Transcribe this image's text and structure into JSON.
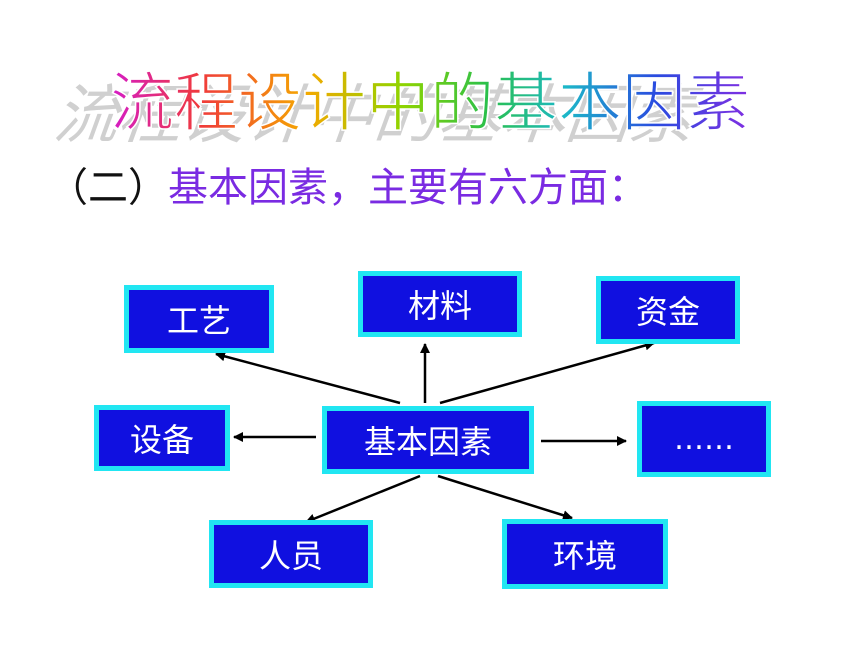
{
  "title": "流程设计中的基本因素",
  "subtitle": {
    "prefix": "（二）",
    "text": "基本因素，主要有六方面："
  },
  "diagram": {
    "center": "基本因素",
    "nodes": [
      {
        "id": "gongyi",
        "label": "工艺"
      },
      {
        "id": "cailiao",
        "label": "材料"
      },
      {
        "id": "zijin",
        "label": "资金"
      },
      {
        "id": "shebei",
        "label": "设备"
      },
      {
        "id": "more",
        "label": "……"
      },
      {
        "id": "renyuan",
        "label": "人员"
      },
      {
        "id": "huanjing",
        "label": "环境"
      }
    ]
  },
  "colors": {
    "box_fill": "#1010E0",
    "box_border": "#21E6F2",
    "subtitle": "#7A2BE2",
    "title_gradient": [
      "#D41CC8",
      "#F03A3A",
      "#F5A800",
      "#8FD400",
      "#2AC04A",
      "#1CB8C8",
      "#2A4BE0",
      "#8A2BE2"
    ]
  }
}
